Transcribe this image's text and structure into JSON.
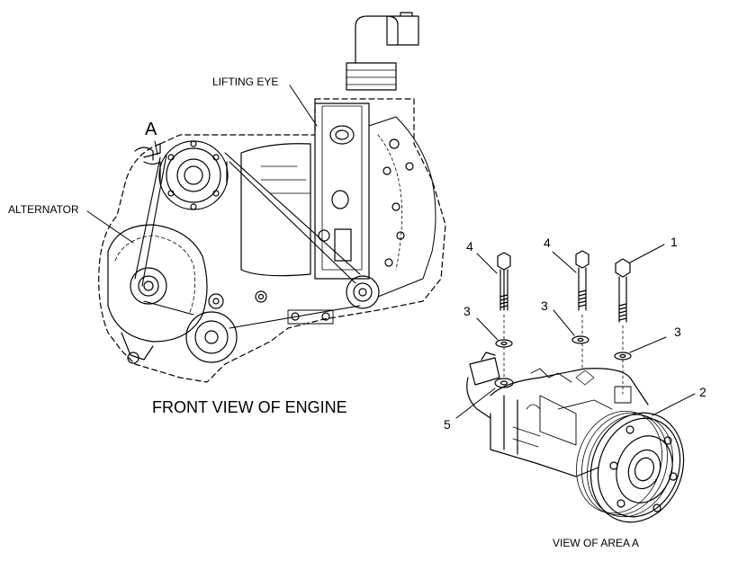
{
  "labels": {
    "area_marker": "A",
    "lifting_eye": "LIFTING EYE",
    "alternator": "ALTERNATOR",
    "front_view": "FRONT VIEW OF ENGINE",
    "view_area": "VIEW OF AREA  A"
  },
  "callouts": {
    "bolt_long": "1",
    "compressor": "2",
    "washer_left": "3",
    "washer_middle": "3",
    "washer_right": "3",
    "bolt_left": "4",
    "bolt_middle": "4",
    "spacer": "5"
  }
}
